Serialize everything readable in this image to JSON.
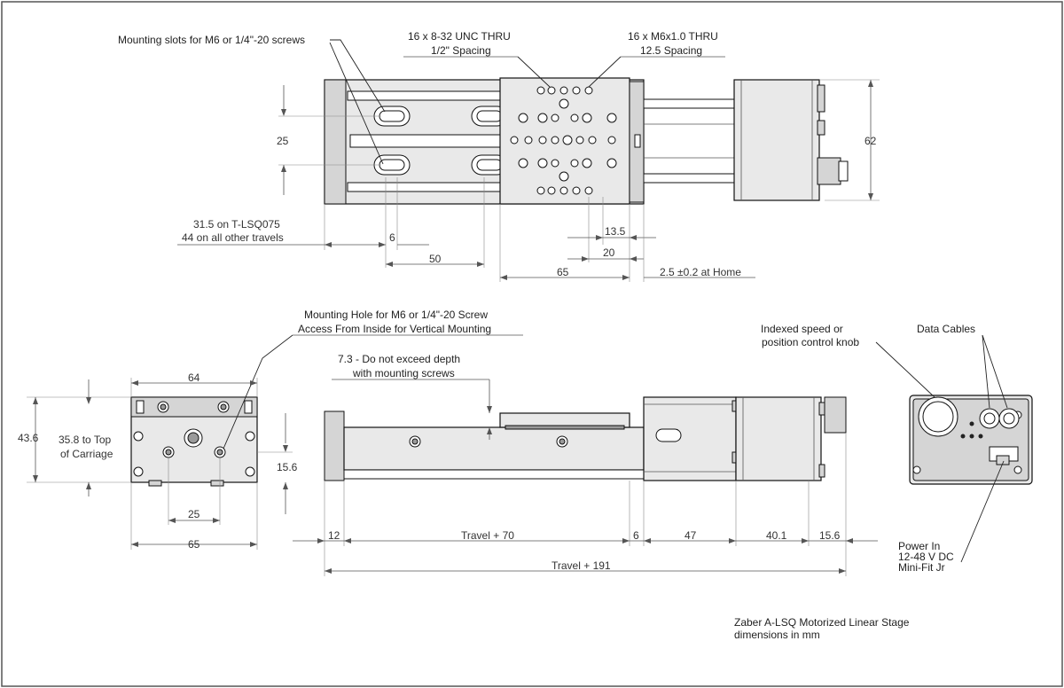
{
  "top_view": {
    "callout_slots": "Mounting slots for M6 or 1/4\"-20 screws",
    "callout_unc_line1": "16 x 8-32 UNC THRU",
    "callout_unc_line2": "1/2\" Spacing",
    "callout_metric_line1": "16 x M6x1.0 THRU",
    "callout_metric_line2": "12.5 Spacing",
    "dim_25": "25",
    "dim_62": "62",
    "dim_315_line1": "31.5 on T-LSQ075",
    "dim_315_line2": "44 on all other travels",
    "dim_6": "6",
    "dim_50": "50",
    "dim_65": "65",
    "dim_135": "13.5",
    "dim_20": "20",
    "dim_home": "2.5 ±0.2 at Home"
  },
  "end_view": {
    "callout_hole_line1": "Mounting Hole for M6 or 1/4\"-20 Screw",
    "callout_hole_line2": "Access From Inside for Vertical Mounting",
    "dim_64": "64",
    "dim_436": "43.6",
    "dim_358_line1": "35.8 to Top",
    "dim_358_line2": "of Carriage",
    "dim_156": "15.6",
    "dim_25": "25",
    "dim_65": "65"
  },
  "side_view": {
    "callout_depth_line1": "7.3 - Do not exceed depth",
    "callout_depth_line2": "with mounting screws",
    "dim_12": "12",
    "dim_travel70": "Travel + 70",
    "dim_6": "6",
    "dim_47": "47",
    "dim_401": "40.1",
    "dim_156": "15.6",
    "dim_travel191": "Travel + 191"
  },
  "motor_end_view": {
    "callout_knob_line1": "Indexed speed or",
    "callout_knob_line2": "position control knob",
    "callout_data": "Data Cables",
    "callout_power_line1": "Power In",
    "callout_power_line2": "12-48 V DC",
    "callout_power_line3": "Mini-Fit Jr"
  },
  "title_block": {
    "line1": "Zaber A-LSQ Motorized Linear Stage",
    "line2": "dimensions in mm"
  }
}
